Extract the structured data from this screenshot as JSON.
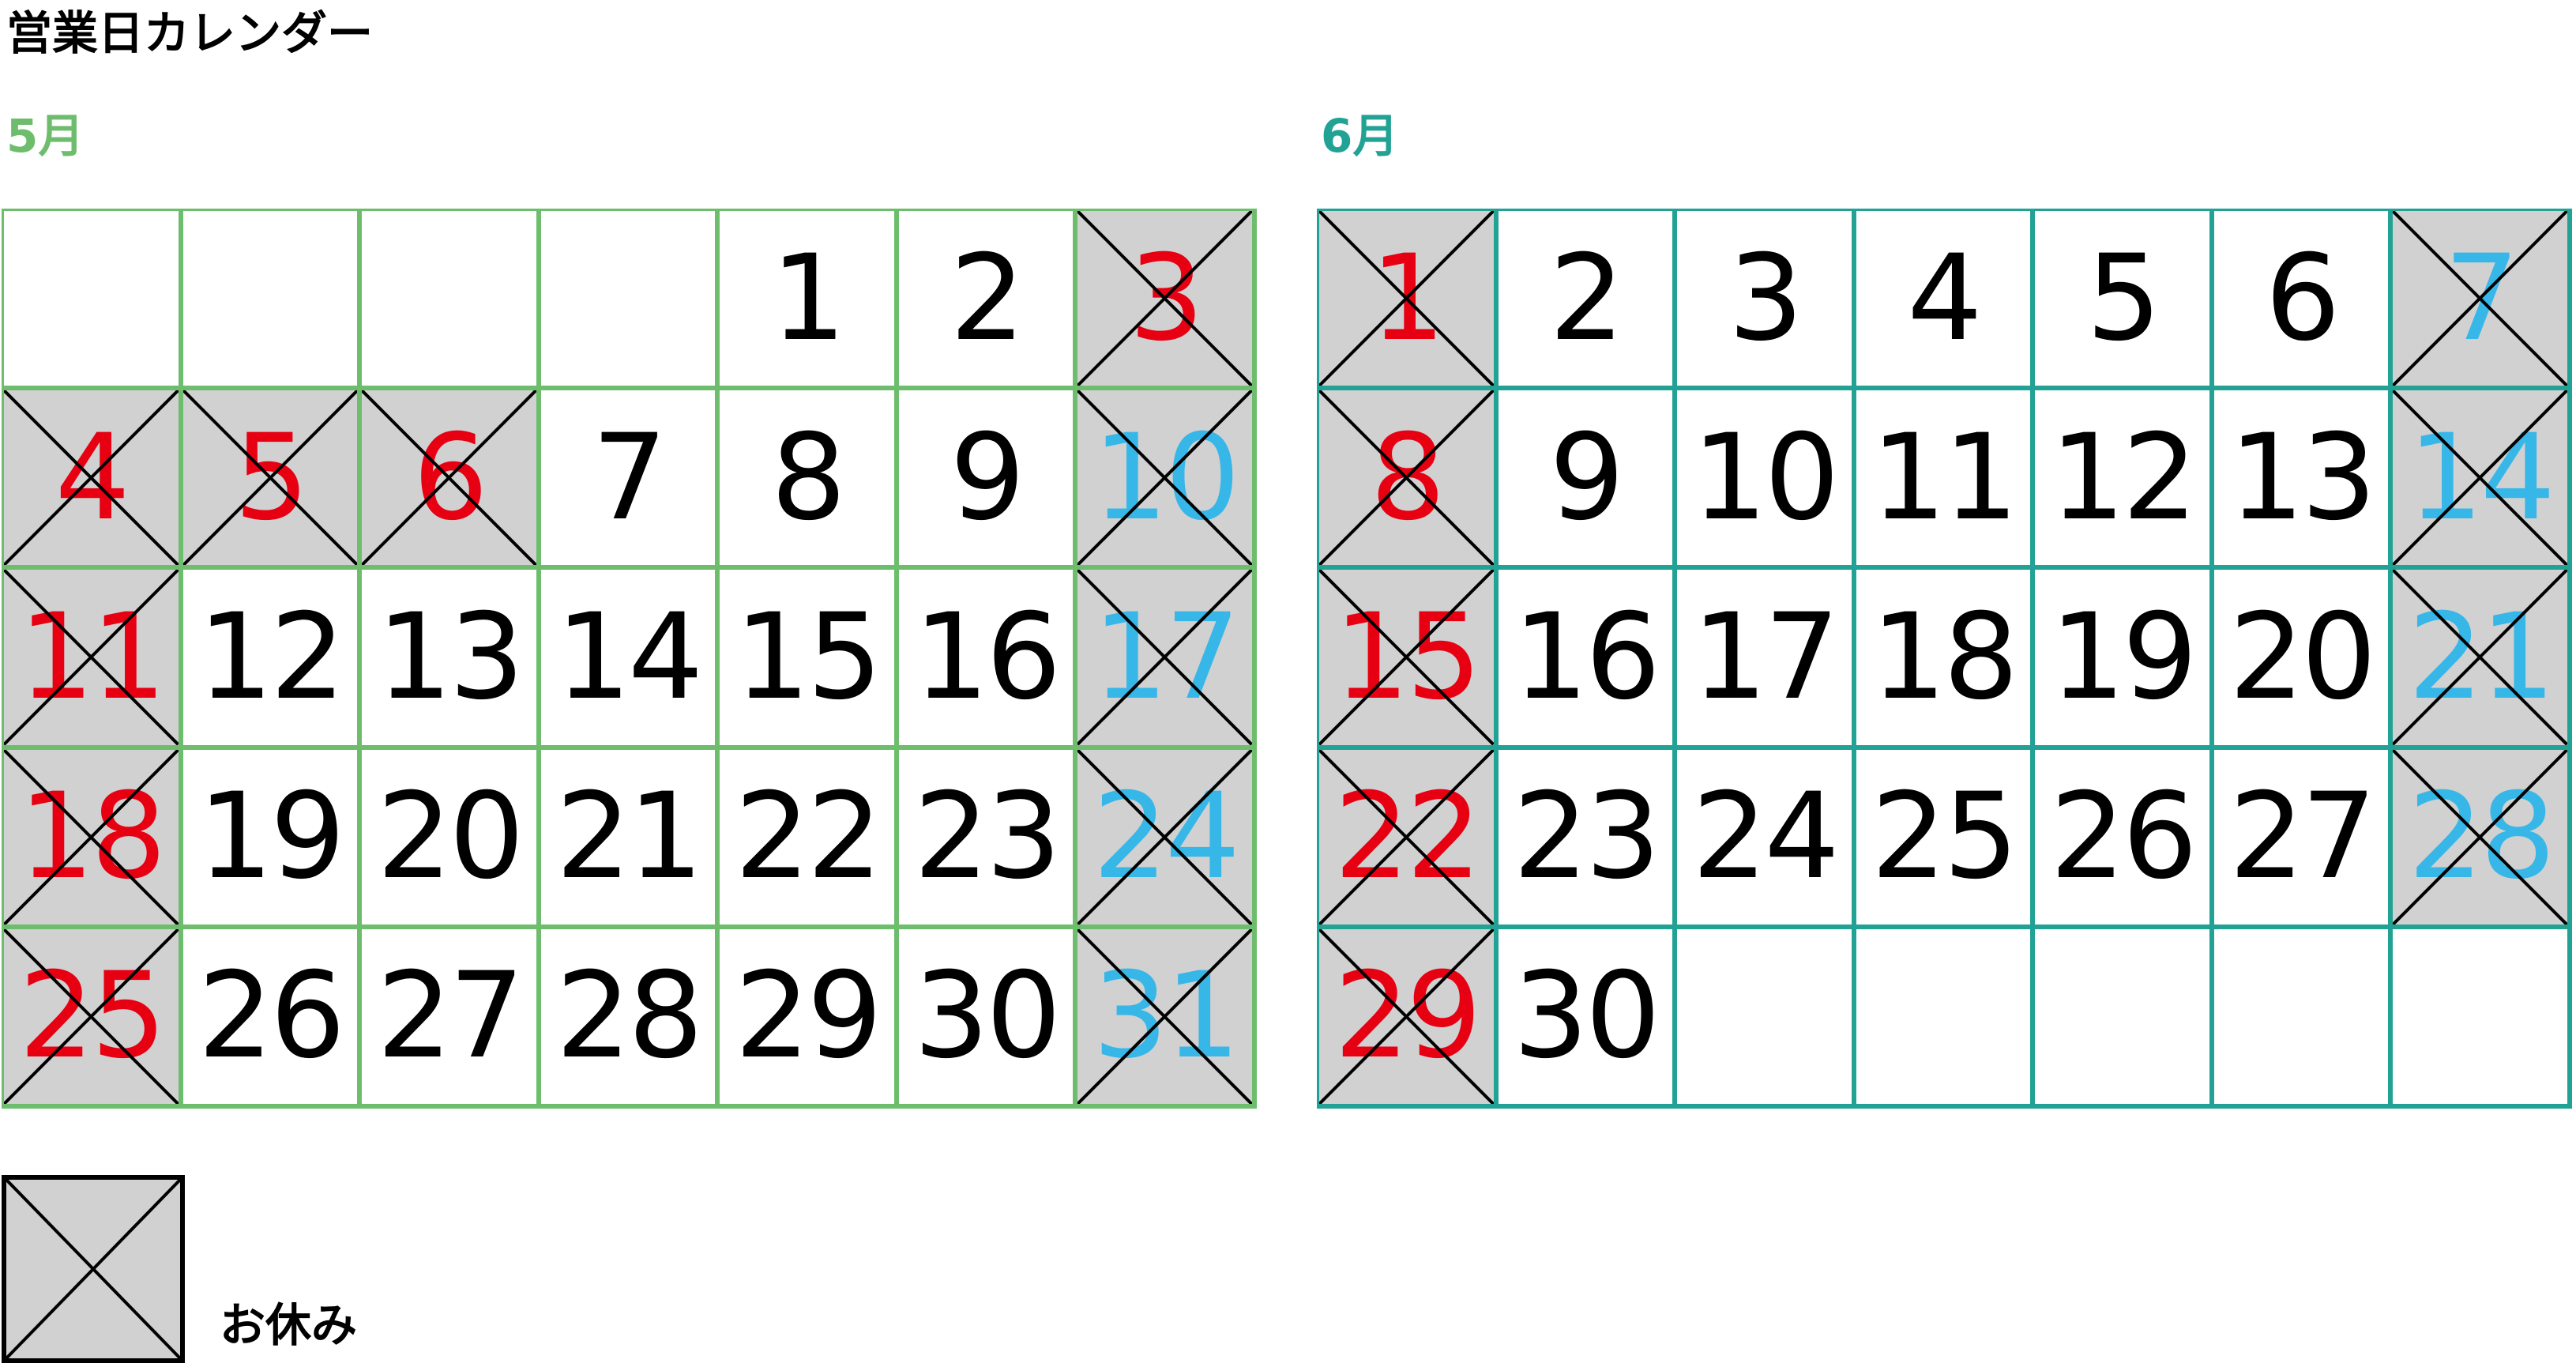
{
  "title": "営業日カレンダー",
  "colors": {
    "may_grid": "#6dbd6d",
    "june_grid": "#22a294",
    "holiday_fill": "#d1d1d1",
    "sunday_red": "#e60012",
    "saturday_blue": "#37b7e8",
    "text_black": "#000000",
    "cross_line": "#000000"
  },
  "months": [
    {
      "id": "may",
      "label": "5月",
      "weeks": [
        [
          null,
          null,
          null,
          null,
          {
            "d": "1"
          },
          {
            "d": "2"
          },
          {
            "d": "3",
            "color": "red",
            "off": true
          }
        ],
        [
          {
            "d": "4",
            "color": "red",
            "off": true
          },
          {
            "d": "5",
            "color": "red",
            "off": true
          },
          {
            "d": "6",
            "color": "red",
            "off": true
          },
          {
            "d": "7"
          },
          {
            "d": "8"
          },
          {
            "d": "9"
          },
          {
            "d": "10",
            "color": "blue",
            "off": true
          }
        ],
        [
          {
            "d": "11",
            "color": "red",
            "off": true
          },
          {
            "d": "12"
          },
          {
            "d": "13"
          },
          {
            "d": "14"
          },
          {
            "d": "15"
          },
          {
            "d": "16"
          },
          {
            "d": "17",
            "color": "blue",
            "off": true
          }
        ],
        [
          {
            "d": "18",
            "color": "red",
            "off": true
          },
          {
            "d": "19"
          },
          {
            "d": "20"
          },
          {
            "d": "21"
          },
          {
            "d": "22"
          },
          {
            "d": "23"
          },
          {
            "d": "24",
            "color": "blue",
            "off": true
          }
        ],
        [
          {
            "d": "25",
            "color": "red",
            "off": true
          },
          {
            "d": "26"
          },
          {
            "d": "27"
          },
          {
            "d": "28"
          },
          {
            "d": "29"
          },
          {
            "d": "30"
          },
          {
            "d": "31",
            "color": "blue",
            "off": true
          }
        ]
      ]
    },
    {
      "id": "jun",
      "label": "6月",
      "weeks": [
        [
          {
            "d": "1",
            "color": "red",
            "off": true
          },
          {
            "d": "2"
          },
          {
            "d": "3"
          },
          {
            "d": "4"
          },
          {
            "d": "5"
          },
          {
            "d": "6"
          },
          {
            "d": "7",
            "color": "blue",
            "off": true
          }
        ],
        [
          {
            "d": "8",
            "color": "red",
            "off": true
          },
          {
            "d": "9"
          },
          {
            "d": "10"
          },
          {
            "d": "11"
          },
          {
            "d": "12"
          },
          {
            "d": "13"
          },
          {
            "d": "14",
            "color": "blue",
            "off": true
          }
        ],
        [
          {
            "d": "15",
            "color": "red",
            "off": true
          },
          {
            "d": "16"
          },
          {
            "d": "17"
          },
          {
            "d": "18"
          },
          {
            "d": "19"
          },
          {
            "d": "20"
          },
          {
            "d": "21",
            "color": "blue",
            "off": true
          }
        ],
        [
          {
            "d": "22",
            "color": "red",
            "off": true
          },
          {
            "d": "23"
          },
          {
            "d": "24"
          },
          {
            "d": "25"
          },
          {
            "d": "26"
          },
          {
            "d": "27"
          },
          {
            "d": "28",
            "color": "blue",
            "off": true
          }
        ],
        [
          {
            "d": "29",
            "color": "red",
            "off": true
          },
          {
            "d": "30"
          },
          null,
          null,
          null,
          null,
          null
        ]
      ]
    }
  ],
  "legend": {
    "label": "お休み",
    "icon": "holiday-cross-icon"
  }
}
